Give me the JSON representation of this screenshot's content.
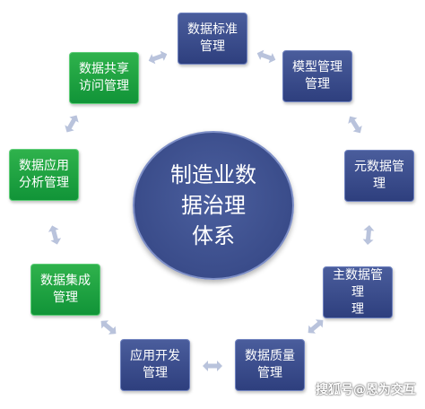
{
  "center": {
    "line1": "制造业数",
    "line2": "据治理",
    "line3": "体系"
  },
  "nodes": [
    {
      "id": "standard",
      "line1": "数据标准",
      "line2": "管理",
      "color": "blue"
    },
    {
      "id": "model",
      "line1": "模型管理",
      "line2": "管理",
      "color": "blue"
    },
    {
      "id": "metadata",
      "line1": "元数据管",
      "line2": "理",
      "color": "blue"
    },
    {
      "id": "master",
      "line1": "主数据管理",
      "line2": "理",
      "color": "blue"
    },
    {
      "id": "quality",
      "line1": "数据质量",
      "line2": "管理",
      "color": "blue"
    },
    {
      "id": "appdev",
      "line1": "应用开发",
      "line2": "管理",
      "color": "blue"
    },
    {
      "id": "integration",
      "line1": "数据集成",
      "line2": "管理",
      "color": "green"
    },
    {
      "id": "analysis",
      "line1": "数据应用",
      "line2": "分析管理",
      "color": "green"
    },
    {
      "id": "sharing",
      "line1": "数据共享",
      "line2": "访问管理",
      "color": "green"
    }
  ],
  "watermark": "搜狐号@恩为交互",
  "colors": {
    "blue_node": "#3a4c8a",
    "green_node": "#1aa140",
    "center_circle": "#3f5190",
    "arrow": "#b9c3dc",
    "background": "#ffffff"
  }
}
